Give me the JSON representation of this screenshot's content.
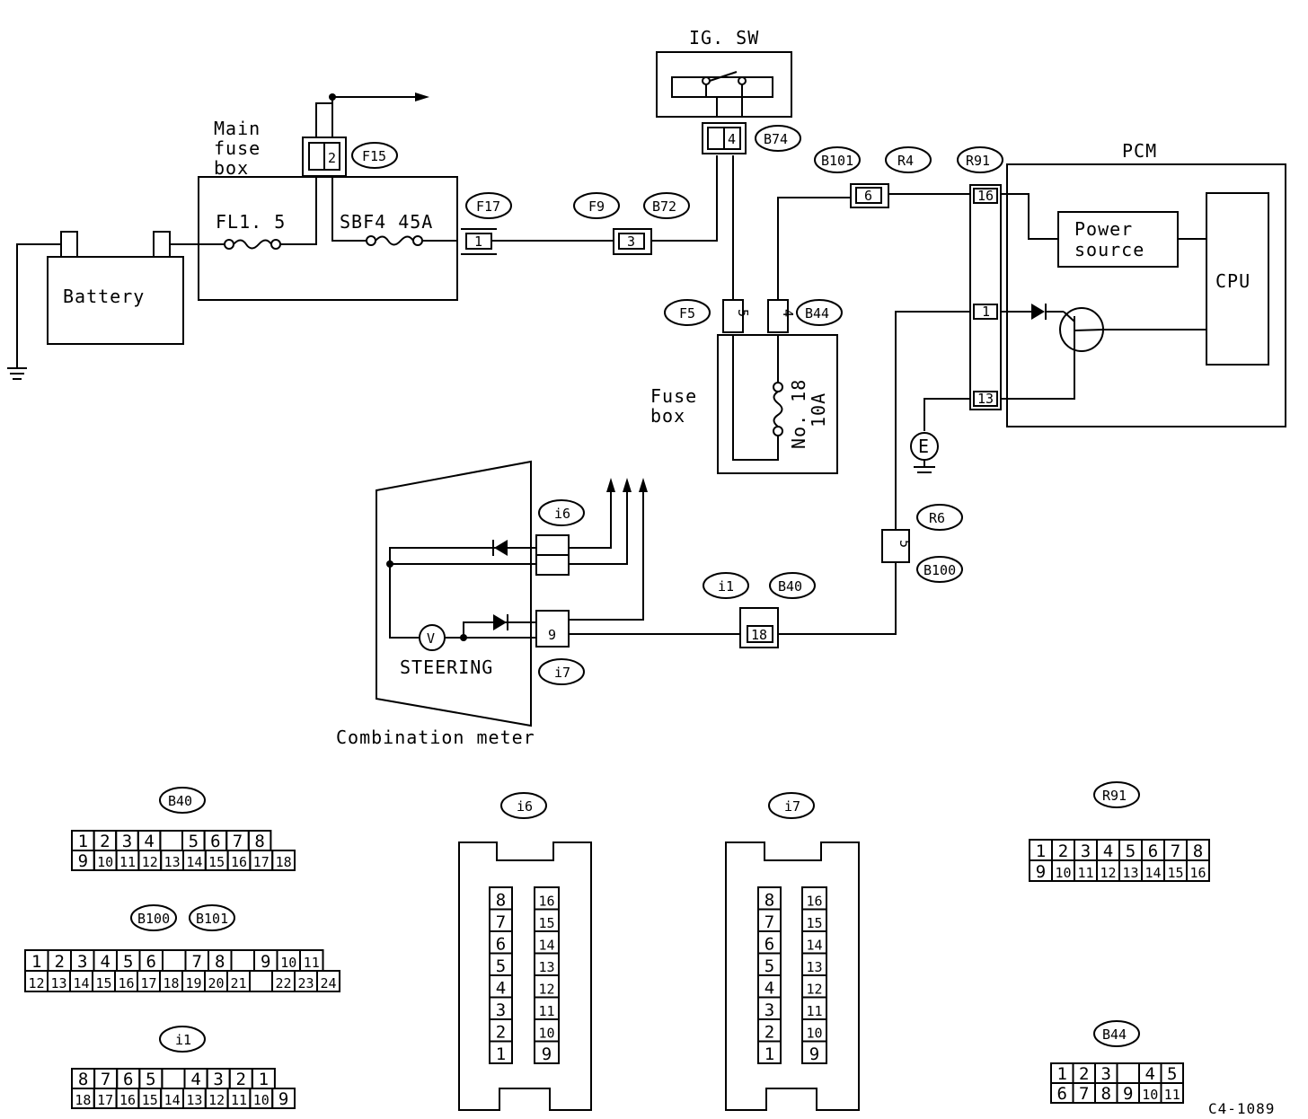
{
  "labels": {
    "ig_sw": "IG. SW",
    "main_fuse_box": [
      "Main",
      "fuse",
      "box"
    ],
    "battery": "Battery",
    "fl15": "FL1. 5",
    "sbf4": "SBF4 45A",
    "pcm": "PCM",
    "power_source": [
      "Power",
      "source"
    ],
    "cpu": "CPU",
    "fuse_box": [
      "Fuse",
      "box"
    ],
    "fuse_no18": [
      "No. 18",
      "10A"
    ],
    "steering": "STEERING",
    "combination_meter": "Combination meter",
    "ground_e": "E",
    "figure_code": "C4-1089"
  },
  "connector_tags": {
    "F15": "F15",
    "F17": "F17",
    "F9": "F9",
    "B72": "B72",
    "B74": "B74",
    "B101": "B101",
    "R4": "R4",
    "R91": "R91",
    "F5": "F5",
    "B44": "B44",
    "i6": "i6",
    "i7": "i7",
    "i1": "i1",
    "B40": "B40",
    "R6": "R6",
    "B100": "B100"
  },
  "pins": {
    "f15": "2",
    "f17": "1",
    "f9": "3",
    "b74": "4",
    "b101": "6",
    "r91_top": "16",
    "r91_mid": "1",
    "r91_bot": "13",
    "f5": "5",
    "b44": "4",
    "r6": "5",
    "i7": "9",
    "b40": "18"
  },
  "connector_views": {
    "b40": {
      "tag": "B40",
      "row1": [
        "1",
        "2",
        "3",
        "4",
        "",
        "5",
        "6",
        "7",
        "8"
      ],
      "row2": [
        "9",
        "10",
        "11",
        "12",
        "13",
        "14",
        "15",
        "16",
        "17",
        "18"
      ]
    },
    "b100_b101": {
      "tags": [
        "B100",
        "B101"
      ],
      "row1": [
        "1",
        "2",
        "3",
        "4",
        "5",
        "6",
        "",
        "7",
        "8",
        "",
        "9",
        "10",
        "11"
      ],
      "row2": [
        "12",
        "13",
        "14",
        "15",
        "16",
        "17",
        "18",
        "19",
        "20",
        "21",
        "",
        "22",
        "23",
        "24"
      ]
    },
    "i1": {
      "tag": "i1",
      "row1": [
        "8",
        "7",
        "6",
        "5",
        "",
        "4",
        "3",
        "2",
        "1"
      ],
      "row2": [
        "18",
        "17",
        "16",
        "15",
        "14",
        "13",
        "12",
        "11",
        "10",
        "9"
      ]
    },
    "i6": {
      "tag": "i6",
      "left": [
        "8",
        "7",
        "6",
        "5",
        "4",
        "3",
        "2",
        "1"
      ],
      "right": [
        "16",
        "15",
        "14",
        "13",
        "12",
        "11",
        "10",
        "9"
      ]
    },
    "i7": {
      "tag": "i7",
      "left": [
        "8",
        "7",
        "6",
        "5",
        "4",
        "3",
        "2",
        "1"
      ],
      "right": [
        "16",
        "15",
        "14",
        "13",
        "12",
        "11",
        "10",
        "9"
      ]
    },
    "r91": {
      "tag": "R91",
      "row1": [
        "1",
        "2",
        "3",
        "4",
        "5",
        "6",
        "7",
        "8"
      ],
      "row2": [
        "9",
        "10",
        "11",
        "12",
        "13",
        "14",
        "15",
        "16"
      ]
    },
    "b44": {
      "tag": "B44",
      "row1": [
        "1",
        "2",
        "3",
        "",
        "4",
        "5"
      ],
      "row2": [
        "6",
        "7",
        "8",
        "9",
        "10",
        "11"
      ]
    }
  }
}
